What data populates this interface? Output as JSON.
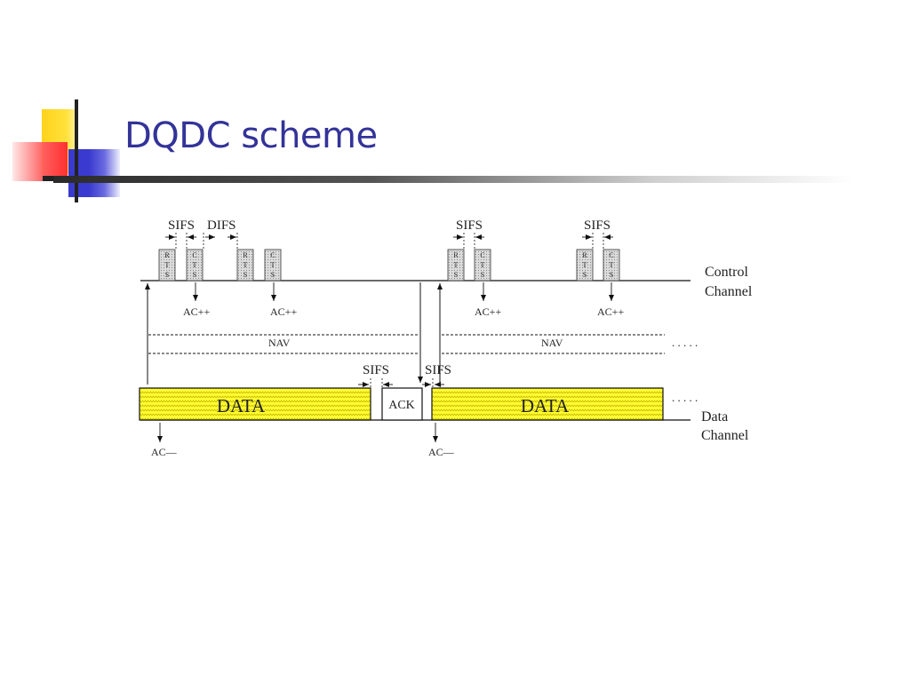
{
  "slide": {
    "title": "DQDC scheme"
  },
  "diagram": {
    "frame_labels": {
      "rts": "RTS",
      "cts": "CTS",
      "data": "DATA",
      "ack": "ACK"
    },
    "interval_labels": {
      "sifs": "SIFS",
      "difs": "DIFS",
      "nav": "NAV"
    },
    "counter_labels": {
      "increment": "AC++",
      "decrement": "AC—"
    },
    "channel_labels": {
      "control_line1": "Control",
      "control_line2": "Channel",
      "data_line1": "Data",
      "data_line2": "Channel"
    },
    "continuation": ". . . . ."
  },
  "colors": {
    "title": "#333399",
    "data_fill": "#ffff33",
    "frame_fill": "#d8d8d8"
  }
}
